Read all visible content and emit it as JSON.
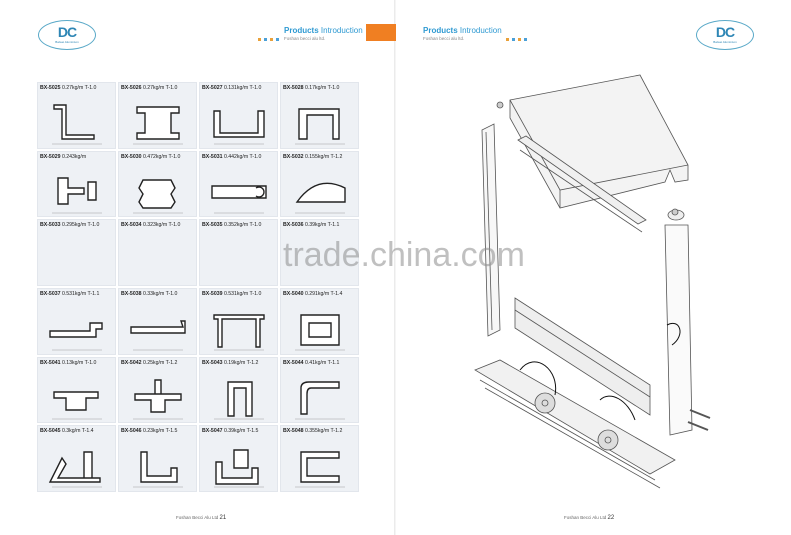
{
  "header": {
    "logo_text": "DC",
    "logo_sub": "Baiwei Aluminium",
    "title_bold": "Products",
    "title_rest": " Introduction",
    "company": "Foshan becci alu ltd.",
    "dot_colors": [
      "#e9a13a",
      "#4aa0d8",
      "#e9a13a",
      "#4aa0d8"
    ]
  },
  "profiles": [
    {
      "code": "BX-5025",
      "spec": "0.27kg/m  T-1.0"
    },
    {
      "code": "BX-5026",
      "spec": "0.27kg/m  T-1.0"
    },
    {
      "code": "BX-5027",
      "spec": "0.131kg/m  T-1.0"
    },
    {
      "code": "BX-5028",
      "spec": "0.17kg/m  T-1.0"
    },
    {
      "code": "BX-5029",
      "spec": "0.243kg/m"
    },
    {
      "code": "BX-5030",
      "spec": "0.472kg/m  T-1.0"
    },
    {
      "code": "BX-5031",
      "spec": "0.442kg/m  T-1.0"
    },
    {
      "code": "BX-5032",
      "spec": "0.155kg/m  T-1.2"
    },
    {
      "code": "BX-5033",
      "spec": "0.295kg/m  T-1.0"
    },
    {
      "code": "BX-5034",
      "spec": "0.323kg/m  T-1.0"
    },
    {
      "code": "BX-5035",
      "spec": "0.352kg/m  T-1.0"
    },
    {
      "code": "BX-5036",
      "spec": "0.39kg/m  T-1.1"
    },
    {
      "code": "BX-5037",
      "spec": "0.531kg/m  T-1.1"
    },
    {
      "code": "BX-5038",
      "spec": "0.33kg/m  T-1.0"
    },
    {
      "code": "BX-5039",
      "spec": "0.531kg/m  T-1.0"
    },
    {
      "code": "BX-5040",
      "spec": "0.291kg/m  T-1.4"
    },
    {
      "code": "BX-5041",
      "spec": "0.13kg/m  T-1.0"
    },
    {
      "code": "BX-5042",
      "spec": "0.25kg/m  T-1.2"
    },
    {
      "code": "BX-5043",
      "spec": "0.19kg/m  T-1.2"
    },
    {
      "code": "BX-5044",
      "spec": "0.41kg/m  T-1.1"
    },
    {
      "code": "BX-5045",
      "spec": "0.3kg/m  T-1.4"
    },
    {
      "code": "BX-5046",
      "spec": "0.23kg/m  T-1.5"
    },
    {
      "code": "BX-5047",
      "spec": "0.39kg/m  T-1.5"
    },
    {
      "code": "BX-5048",
      "spec": "0.355kg/m  T-1.2"
    }
  ],
  "footer_left": {
    "company": "Foshan Becci Alu Ltd",
    "page": "21"
  },
  "footer_right": {
    "company": "Foshan Becci Alu Ltd",
    "page": "22"
  },
  "watermark": "trade.china.com",
  "colors": {
    "accent": "#2f9ad2",
    "orange": "#f07f22",
    "cell_bg": "#eef1f5"
  }
}
